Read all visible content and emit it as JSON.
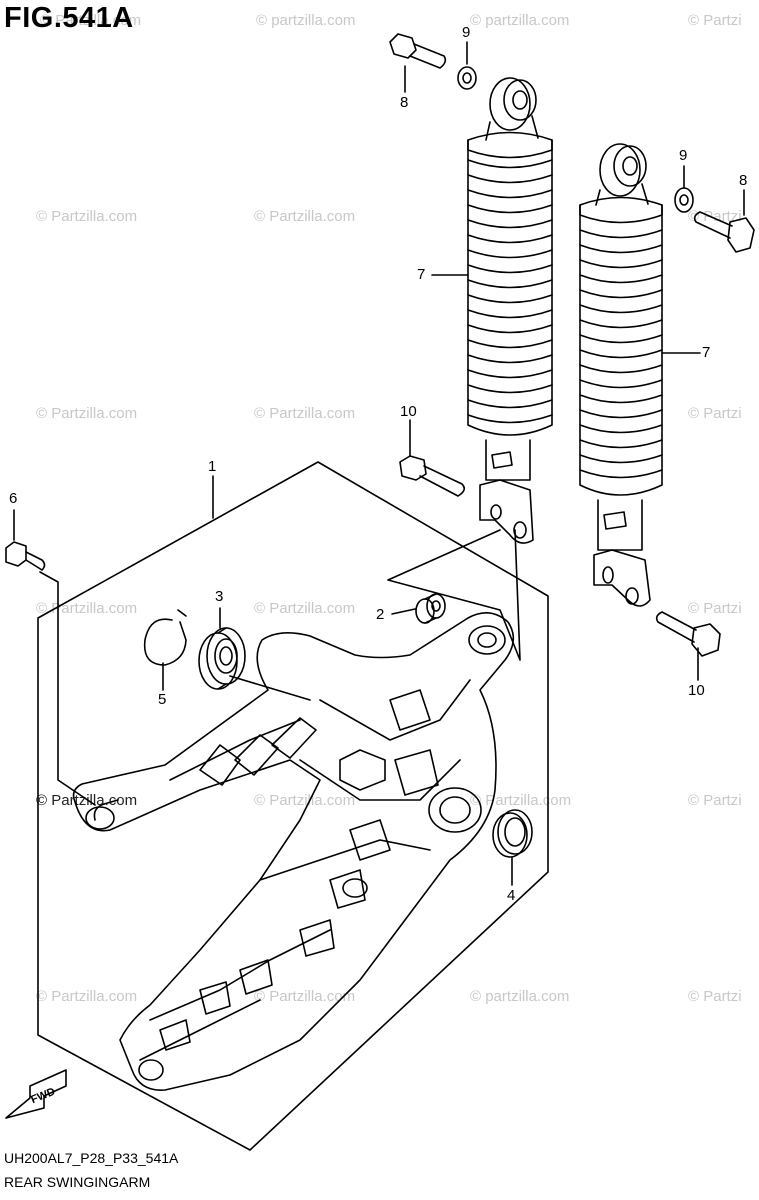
{
  "figure": {
    "title": "FIG.541A"
  },
  "callouts": [
    {
      "id": "1",
      "label": "1"
    },
    {
      "id": "2",
      "label": "2"
    },
    {
      "id": "3",
      "label": "3"
    },
    {
      "id": "4",
      "label": "4"
    },
    {
      "id": "5",
      "label": "5"
    },
    {
      "id": "6",
      "label": "6"
    },
    {
      "id": "7a",
      "label": "7"
    },
    {
      "id": "7b",
      "label": "7"
    },
    {
      "id": "8a",
      "label": "8"
    },
    {
      "id": "8b",
      "label": "8"
    },
    {
      "id": "9a",
      "label": "9"
    },
    {
      "id": "9b",
      "label": "9"
    },
    {
      "id": "10a",
      "label": "10"
    },
    {
      "id": "10b",
      "label": "10"
    }
  ],
  "watermark": {
    "text": "© Partzilla.com",
    "text_lower": "© partzilla.com",
    "text_cut": "© Partzi"
  },
  "direction": {
    "label": "FWD"
  },
  "footer": {
    "code": "UH200AL7_P28_P33_541A",
    "name": "REAR SWINGINGARM"
  }
}
